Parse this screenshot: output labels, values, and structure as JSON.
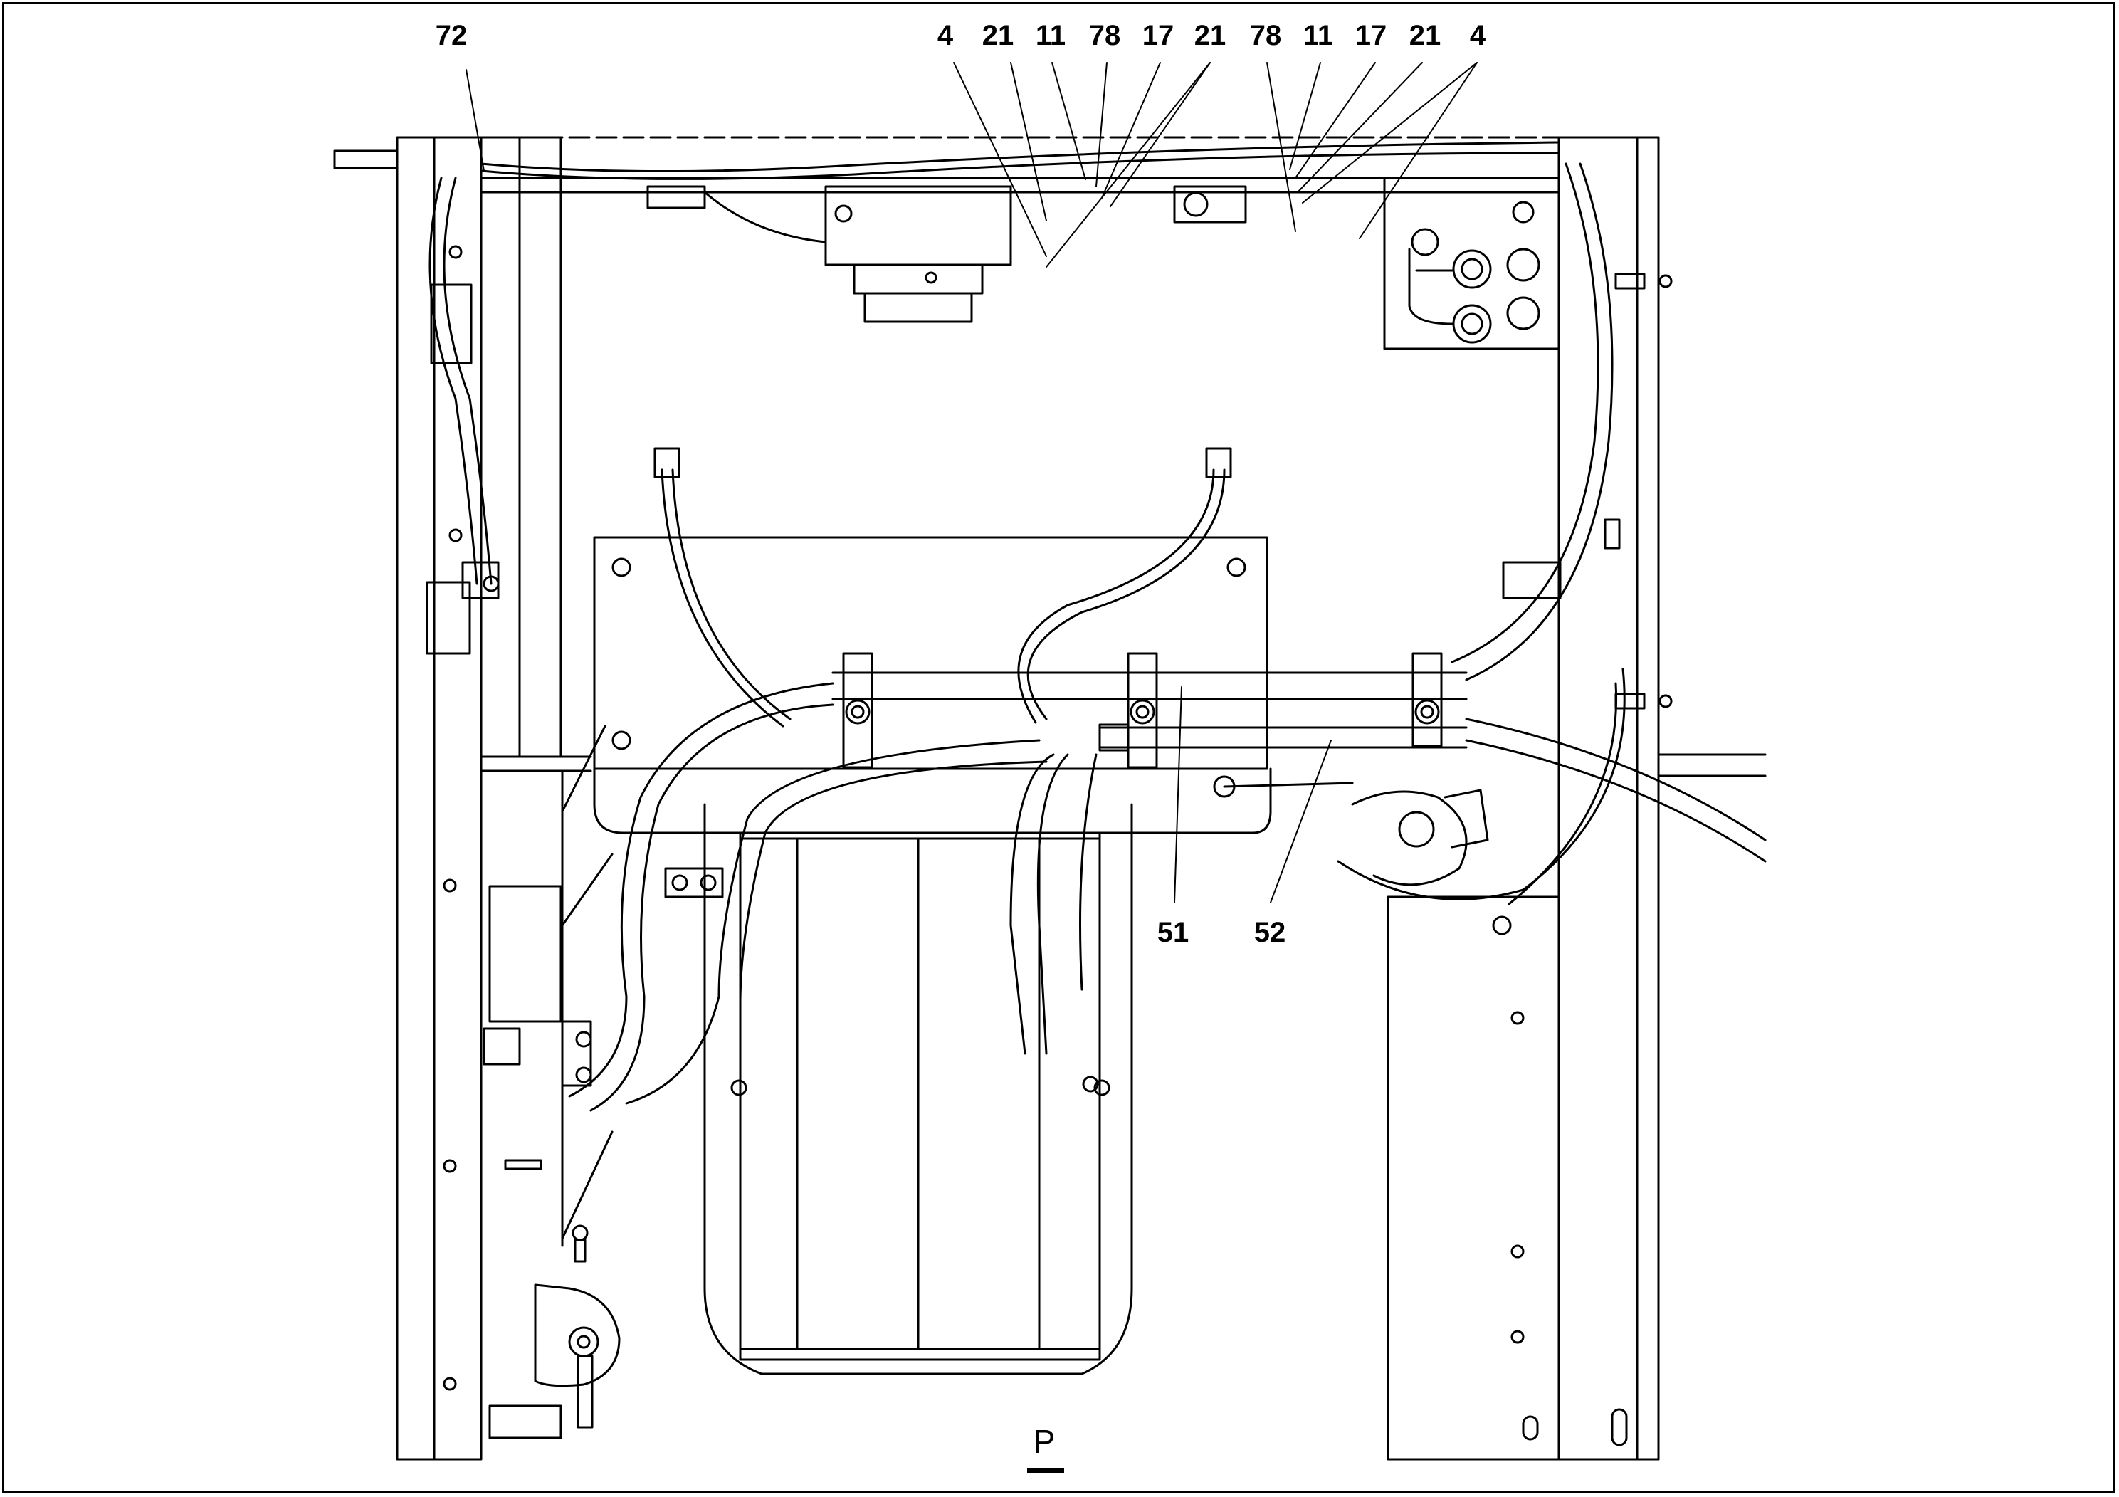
{
  "view_label": "P",
  "callouts_top": [
    "72",
    "4",
    "21",
    "11",
    "78",
    "17",
    "21",
    "78",
    "11",
    "17",
    "21",
    "4"
  ],
  "callouts_bottom": [
    "51",
    "52"
  ]
}
